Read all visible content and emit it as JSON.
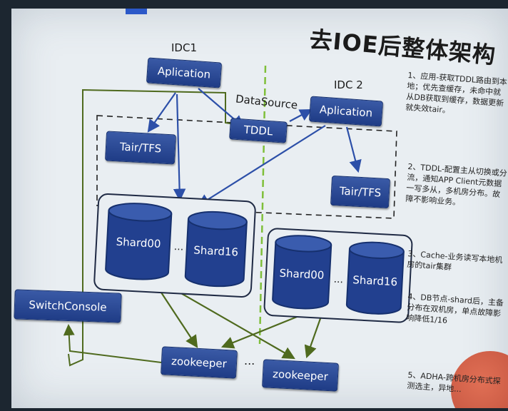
{
  "title": "去IOE后整体架构",
  "idc1_label": "IDC1",
  "idc2_label": "IDC 2",
  "datasource_label": "DataSource",
  "nodes": {
    "app1": "Aplication",
    "app2": "Aplication",
    "tddl": "TDDL",
    "tair1": "Tair/TFS",
    "tair2": "Tair/TFS",
    "switch": "SwitchConsole",
    "zk1": "zookeeper",
    "zk2": "zookeeper"
  },
  "shards": {
    "group1": [
      "Shard00",
      "Shard16"
    ],
    "group2": [
      "Shard00",
      "Shard16"
    ]
  },
  "ellipsis": "...",
  "notes": [
    "1、应用-获取TDDL路由到本地；优先查缓存，未命中就从DB获取到缓存，数据更新就失效tair。",
    "2、TDDL-配置主从切换或分流，通知APP Client元数据一写多从，多机房分布。故障不影响业务。",
    "3、Cache-业务读写本地机房的tair集群",
    "4、DB节点-shard后，主备分布在双机房，单点故障影响降低1/16",
    "5、ADHA-跨机房分布式探测选主，异地..."
  ],
  "colors": {
    "node": "#2a4a98",
    "arrow_blue": "#2c4fa8",
    "arrow_green": "#4f6a1e",
    "divider": "#7fbf3a"
  }
}
